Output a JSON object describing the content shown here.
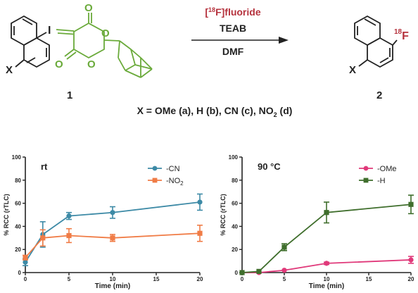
{
  "scheme": {
    "reagent": "[18F]fluoride",
    "reagent_sup": "18",
    "reagent_rest": "F]fluoride",
    "base": "TEAB",
    "solvent": "DMF",
    "compound_1": "1",
    "compound_2": "2",
    "label_x_left": "X",
    "label_x_right": "X",
    "label_i": "I",
    "label_o1": "O",
    "label_o2": "O",
    "label_o3": "O",
    "label_o4": "O",
    "product_f_sup": "18",
    "product_f": "F",
    "substituents": "X = OMe (a), H (b), CN (c), NO",
    "substituents_sub": "2",
    "substituents_end": " (d)",
    "colors": {
      "spiro_green": "#6aaa3a",
      "fluoride_red": "#b5323d"
    }
  },
  "chart_data": [
    {
      "type": "line",
      "title": "rt",
      "xlabel": "Time (min)",
      "ylabel": "% RCC (rTLC)",
      "xlim": [
        0,
        20
      ],
      "ylim": [
        0,
        100
      ],
      "xticks": [
        "0",
        "5",
        "10",
        "15",
        "20"
      ],
      "yticks": [
        "0",
        "20",
        "40",
        "60",
        "80",
        "100"
      ],
      "legend": "top-right",
      "series": [
        {
          "name": "-CN",
          "color": "#3d8aa6",
          "marker": "circle",
          "x": [
            0,
            2,
            5,
            10,
            20
          ],
          "y": [
            9,
            33,
            49,
            52,
            61
          ],
          "err": [
            3,
            11,
            3,
            5,
            7
          ]
        },
        {
          "name": "-NO2",
          "label_main": "-NO",
          "label_sub": "2",
          "color": "#f07c46",
          "marker": "square",
          "x": [
            0,
            2,
            5,
            10,
            20
          ],
          "y": [
            13,
            30,
            32,
            30,
            34
          ],
          "err": [
            2,
            7,
            6,
            3,
            7
          ]
        }
      ]
    },
    {
      "type": "line",
      "title": "90 °C",
      "xlabel": "Time (min)",
      "ylabel": "% RCC (rTLC)",
      "xlim": [
        0,
        20
      ],
      "ylim": [
        0,
        100
      ],
      "xticks": [
        "0",
        "5",
        "10",
        "15",
        "20"
      ],
      "yticks": [
        "0",
        "20",
        "40",
        "60",
        "80",
        "100"
      ],
      "legend": "top-right",
      "series": [
        {
          "name": "-OMe",
          "color": "#e0397a",
          "marker": "circle",
          "x": [
            0,
            2,
            5,
            10,
            20
          ],
          "y": [
            0,
            0,
            2,
            8,
            11
          ],
          "err": [
            0,
            0,
            0,
            1,
            3
          ]
        },
        {
          "name": "-H",
          "color": "#3f6e2c",
          "marker": "square",
          "x": [
            0,
            2,
            5,
            10,
            20
          ],
          "y": [
            0,
            1,
            22,
            52,
            59
          ],
          "err": [
            0,
            0,
            3,
            9,
            8
          ]
        }
      ]
    }
  ]
}
